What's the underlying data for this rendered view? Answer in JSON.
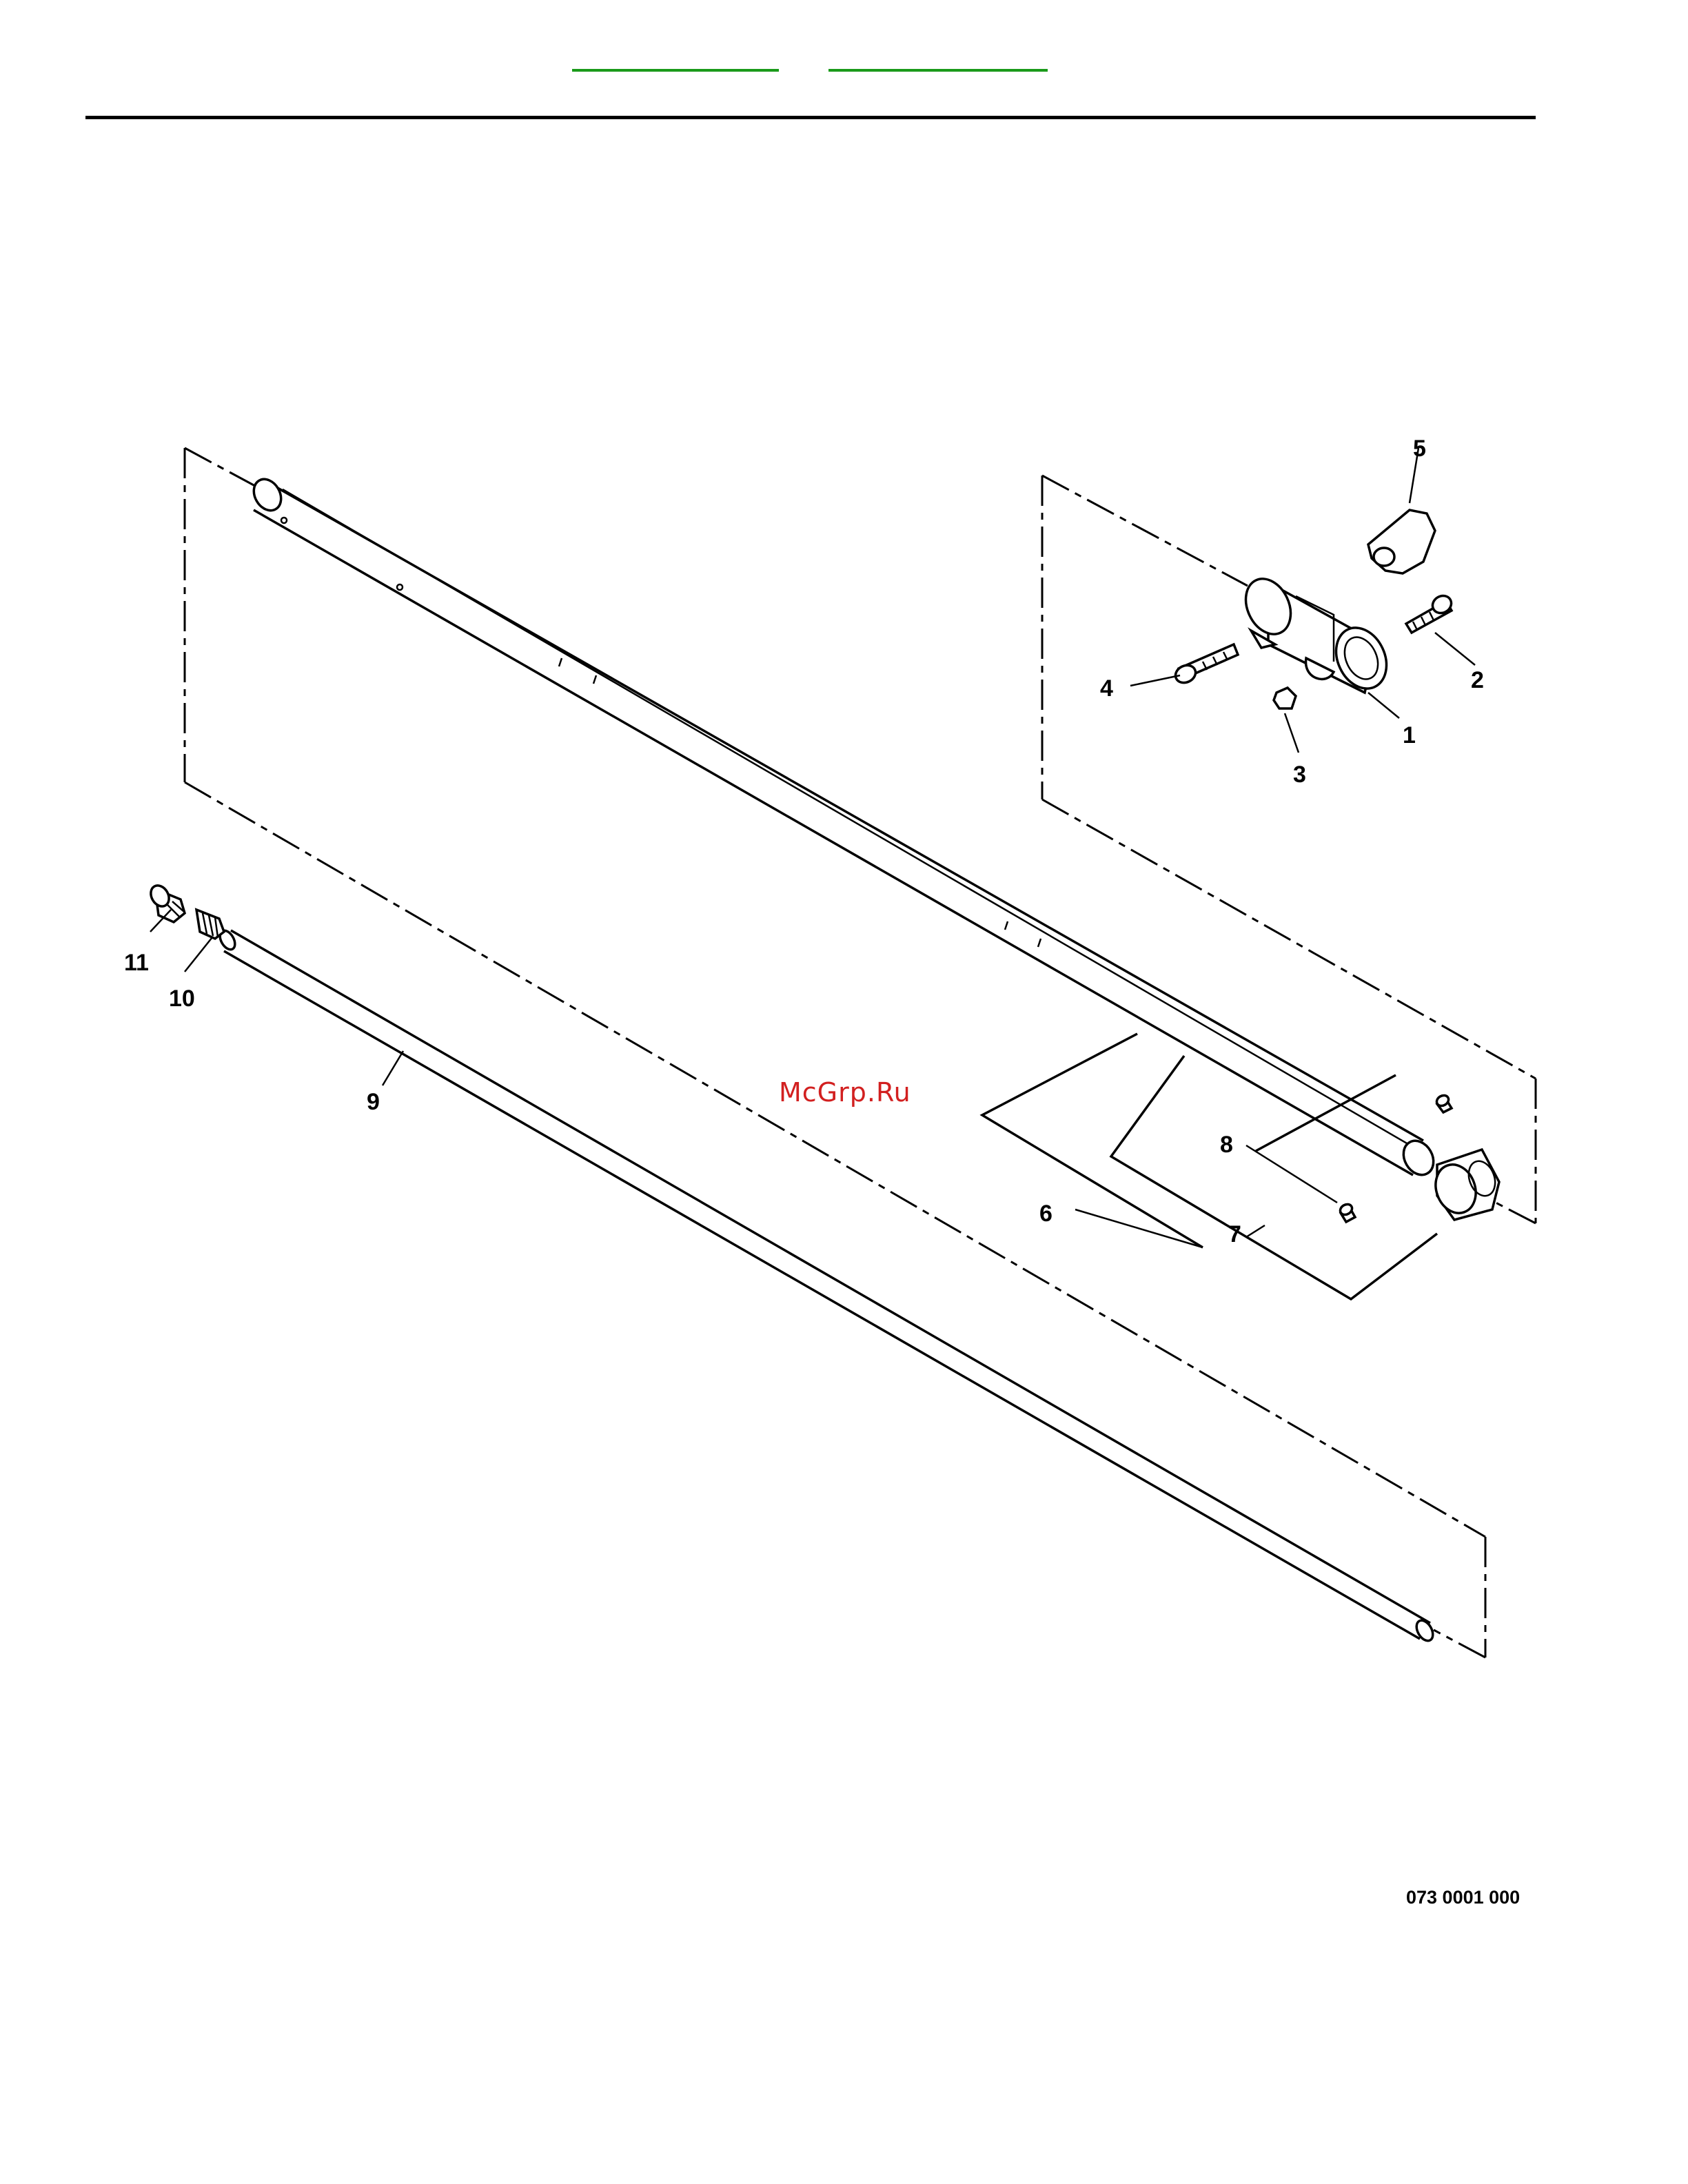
{
  "header": {
    "links": [
      "",
      ""
    ]
  },
  "watermark": "McGrp.Ru",
  "drawing_code": "073 0001 000",
  "callouts": [
    "1",
    "2",
    "3",
    "4",
    "5",
    "6",
    "7",
    "8",
    "9",
    "10",
    "11"
  ]
}
